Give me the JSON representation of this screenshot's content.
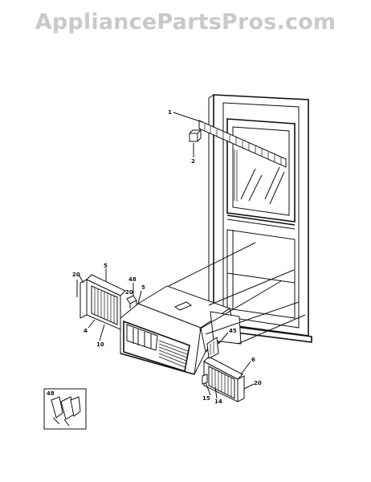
{
  "watermark": "AppliancePartsPros.com",
  "header_fragment": "",
  "callouts": [
    {
      "id": "c1",
      "text": "1"
    },
    {
      "id": "c2",
      "text": "2"
    },
    {
      "id": "c5a",
      "text": "5"
    },
    {
      "id": "c20a",
      "text": "20"
    },
    {
      "id": "c48a",
      "text": "48"
    },
    {
      "id": "c20b",
      "text": "20"
    },
    {
      "id": "c5b",
      "text": "5"
    },
    {
      "id": "c4",
      "text": "4"
    },
    {
      "id": "c10",
      "text": "10"
    },
    {
      "id": "c45",
      "text": "45"
    },
    {
      "id": "c6",
      "text": "6"
    },
    {
      "id": "c20c",
      "text": "20"
    },
    {
      "id": "c15",
      "text": "15"
    },
    {
      "id": "c14",
      "text": "14"
    },
    {
      "id": "c48b",
      "text": "48"
    }
  ],
  "colors": {
    "ink": "#111111",
    "watermark": "#c9c9c9",
    "background": "#ffffff"
  }
}
